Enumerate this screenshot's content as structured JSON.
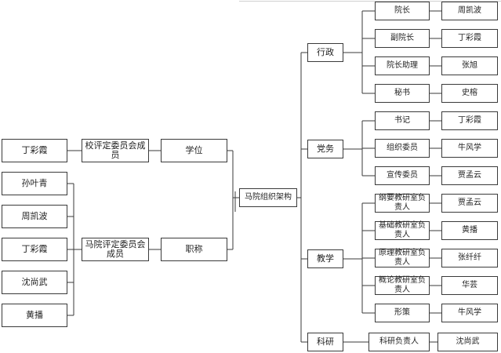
{
  "root": "马院组织架构",
  "right_groups": [
    {
      "label": "行政",
      "rows": [
        {
          "role": "院长",
          "person": "周凯波"
        },
        {
          "role": "副院长",
          "person": "丁彩霞"
        },
        {
          "role": "院长助理",
          "person": "张旭"
        },
        {
          "role": "秘书",
          "person": "史榕"
        }
      ]
    },
    {
      "label": "党务",
      "rows": [
        {
          "role": "书记",
          "person": "丁彩霞"
        },
        {
          "role": "组织委员",
          "person": "牛风学"
        },
        {
          "role": "宣传委员",
          "person": "贾孟云"
        }
      ]
    },
    {
      "label": "教学",
      "rows": [
        {
          "role": "纲要教研室负责人",
          "person": "贾孟云"
        },
        {
          "role": "基础教研室负责人",
          "person": "黄播"
        },
        {
          "role": "原理教研室负责人",
          "person": "张纤纤"
        },
        {
          "role": "概论教研室负责人",
          "person": "华芸"
        },
        {
          "role": "形策",
          "person": "牛风学"
        }
      ]
    },
    {
      "label": "科研",
      "rows": [
        {
          "role": "科研负责人",
          "person": "沈尚武"
        }
      ]
    }
  ],
  "left_branches": [
    {
      "label": "学位",
      "committee": "校评定委员会成员",
      "members": [
        "丁彩霞"
      ]
    },
    {
      "label": "职称",
      "committee": "马院评定委员会成员",
      "members": [
        "孙叶青",
        "周凯波",
        "丁彩霞",
        "沈尚武",
        "黄播"
      ]
    }
  ]
}
